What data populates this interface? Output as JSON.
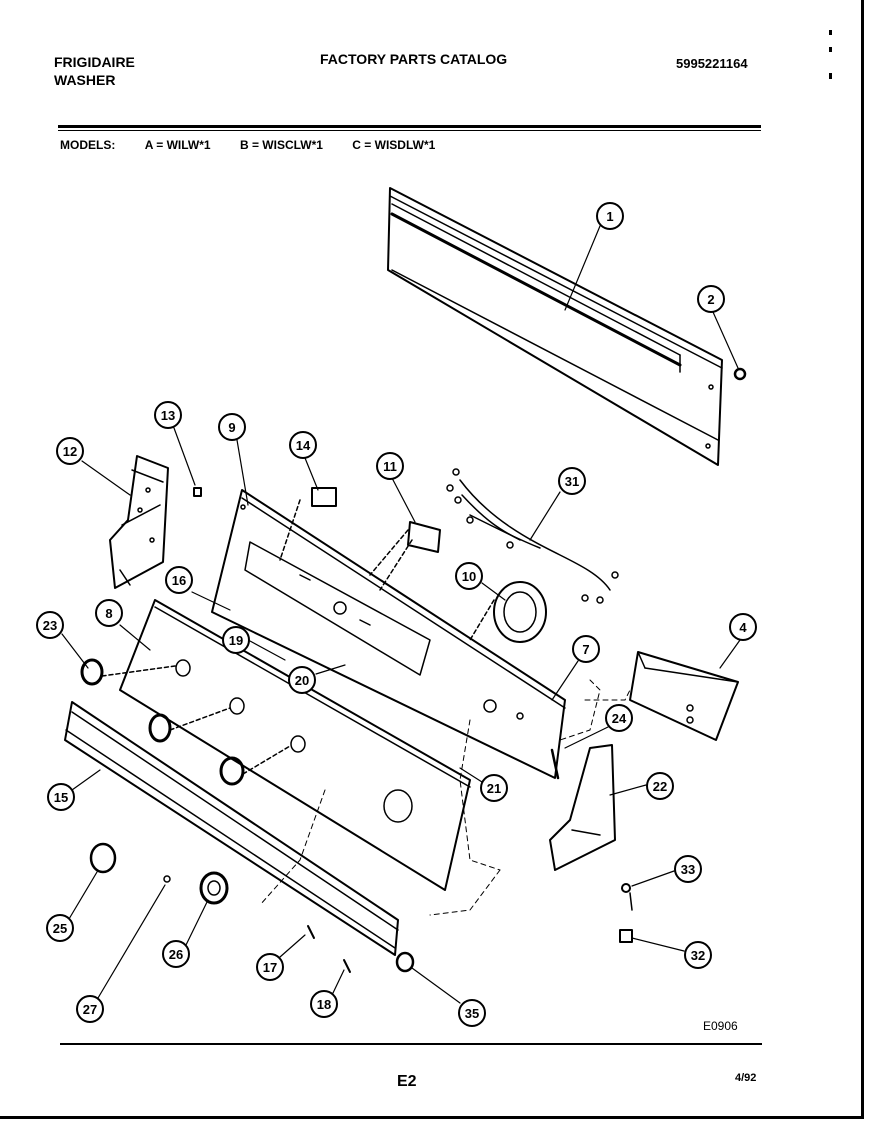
{
  "header": {
    "brand_line1": "FRIGIDAIRE",
    "brand_line2": "WASHER",
    "catalog_title": "FACTORY PARTS CATALOG",
    "catalog_number": "5995221164"
  },
  "models": {
    "label": "MODELS:",
    "a": "A = WILW*1",
    "b": "B = WISCLW*1",
    "c": "C = WISDLW*1"
  },
  "callouts": [
    "1",
    "2",
    "4",
    "7",
    "8",
    "9",
    "10",
    "11",
    "12",
    "13",
    "14",
    "15",
    "16",
    "17",
    "18",
    "19",
    "20",
    "21",
    "22",
    "23",
    "24",
    "25",
    "26",
    "27",
    "31",
    "32",
    "33",
    "35"
  ],
  "footer": {
    "diagram_code": "E0906",
    "page_code": "E2",
    "date": "4/92"
  }
}
